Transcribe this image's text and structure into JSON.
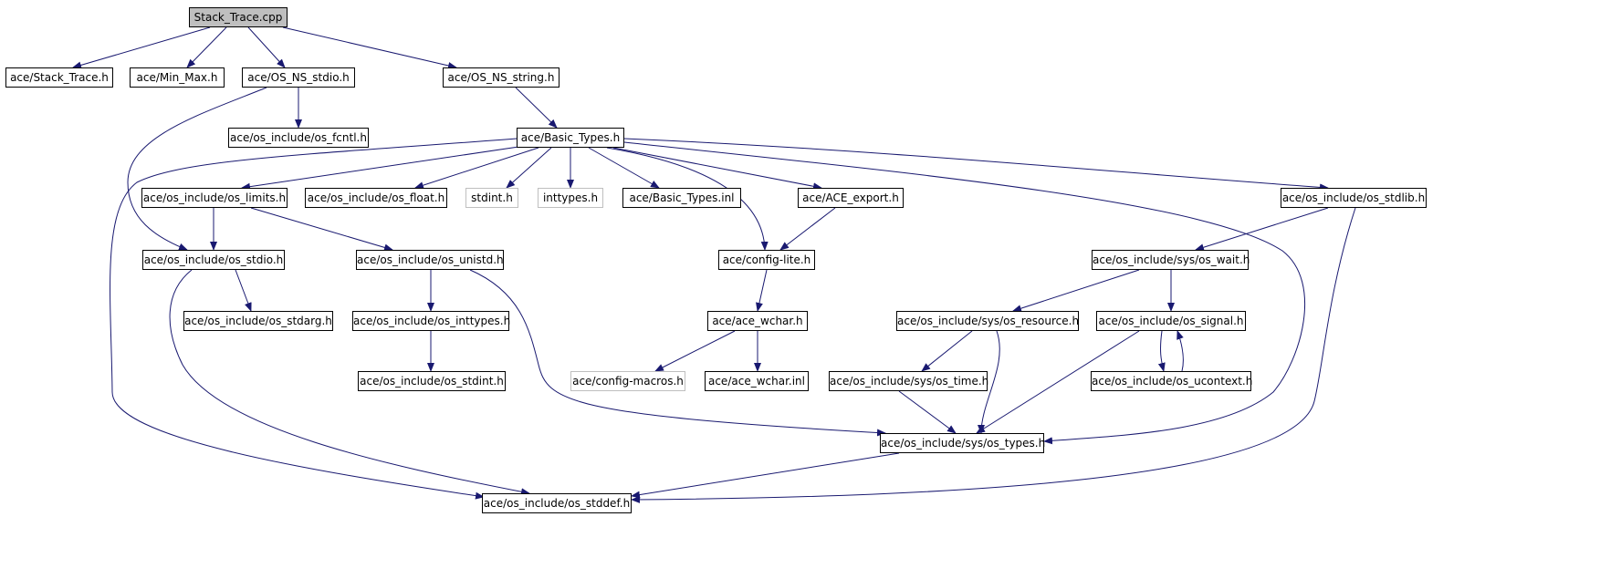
{
  "graph": {
    "edge_color": "#191970",
    "root_fill": "#bfbfbf",
    "nodes": [
      {
        "id": "stack_trace_cpp",
        "label": "Stack_Trace.cpp",
        "root": true
      },
      {
        "id": "stack_trace_h",
        "label": "ace/Stack_Trace.h"
      },
      {
        "id": "min_max_h",
        "label": "ace/Min_Max.h"
      },
      {
        "id": "os_ns_stdio_h",
        "label": "ace/OS_NS_stdio.h"
      },
      {
        "id": "os_ns_string_h",
        "label": "ace/OS_NS_string.h"
      },
      {
        "id": "os_fcntl_h",
        "label": "ace/os_include/os_fcntl.h"
      },
      {
        "id": "basic_types_h",
        "label": "ace/Basic_Types.h"
      },
      {
        "id": "os_limits_h",
        "label": "ace/os_include/os_limits.h"
      },
      {
        "id": "os_float_h",
        "label": "ace/os_include/os_float.h"
      },
      {
        "id": "stdint_h",
        "label": "stdint.h",
        "nodoc": true
      },
      {
        "id": "inttypes_h",
        "label": "inttypes.h",
        "nodoc": true
      },
      {
        "id": "basic_types_inl",
        "label": "ace/Basic_Types.inl"
      },
      {
        "id": "ace_export_h",
        "label": "ace/ACE_export.h"
      },
      {
        "id": "os_stdlib_h",
        "label": "ace/os_include/os_stdlib.h"
      },
      {
        "id": "os_stdio_h",
        "label": "ace/os_include/os_stdio.h"
      },
      {
        "id": "os_unistd_h",
        "label": "ace/os_include/os_unistd.h"
      },
      {
        "id": "config_lite_h",
        "label": "ace/config-lite.h"
      },
      {
        "id": "os_wait_h",
        "label": "ace/os_include/sys/os_wait.h"
      },
      {
        "id": "os_stdarg_h",
        "label": "ace/os_include/os_stdarg.h"
      },
      {
        "id": "os_inttypes_h",
        "label": "ace/os_include/os_inttypes.h"
      },
      {
        "id": "ace_wchar_h",
        "label": "ace/ace_wchar.h"
      },
      {
        "id": "os_resource_h",
        "label": "ace/os_include/sys/os_resource.h"
      },
      {
        "id": "os_signal_h",
        "label": "ace/os_include/os_signal.h"
      },
      {
        "id": "os_stdint_h",
        "label": "ace/os_include/os_stdint.h"
      },
      {
        "id": "config_macros_h",
        "label": "ace/config-macros.h",
        "nodoc": true
      },
      {
        "id": "ace_wchar_inl",
        "label": "ace/ace_wchar.inl"
      },
      {
        "id": "os_time_h",
        "label": "ace/os_include/sys/os_time.h"
      },
      {
        "id": "os_ucontext_h",
        "label": "ace/os_include/os_ucontext.h"
      },
      {
        "id": "os_types_h",
        "label": "ace/os_include/sys/os_types.h"
      },
      {
        "id": "os_stddef_h",
        "label": "ace/os_include/os_stddef.h"
      }
    ]
  }
}
